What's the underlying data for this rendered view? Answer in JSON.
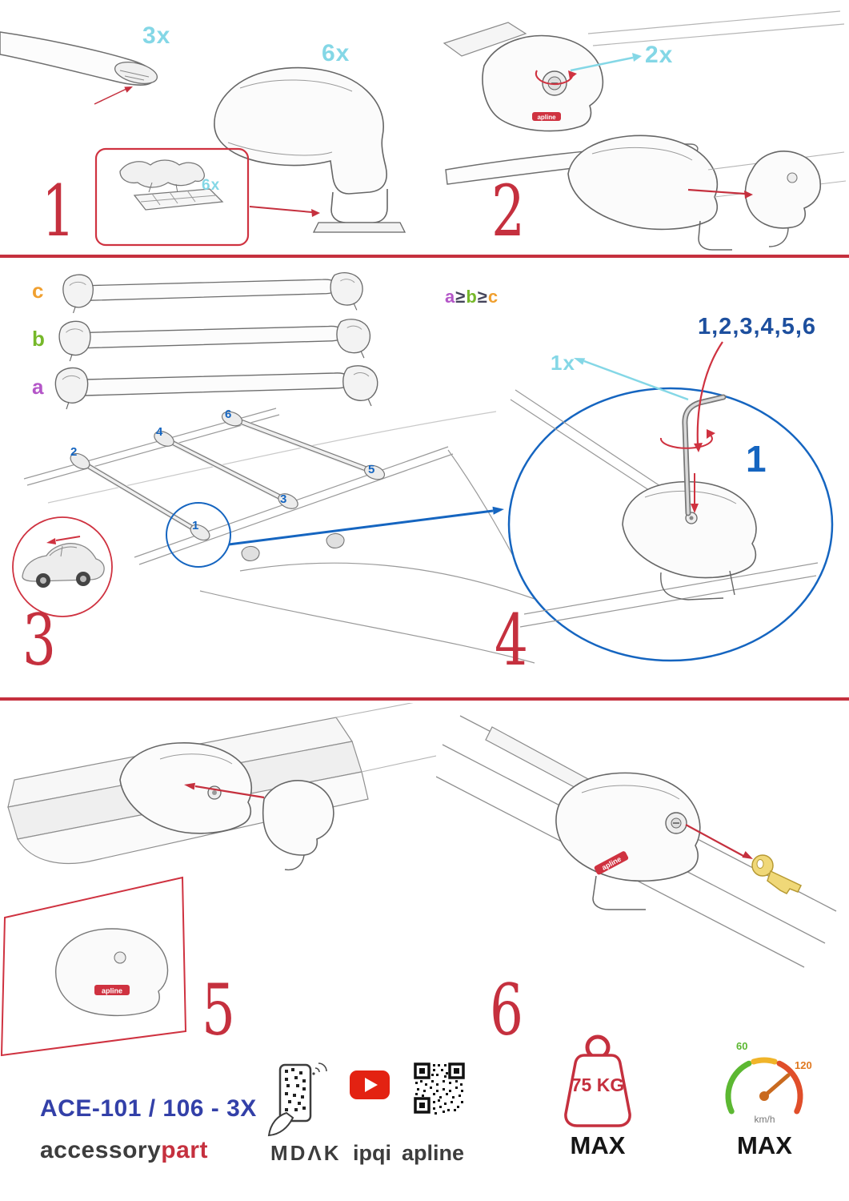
{
  "colors": {
    "red": "#c5303e",
    "cyan": "#84d7e6",
    "blue": "#1565c0",
    "navy": "#3340a8",
    "green": "#76b82a",
    "orange": "#f0a030",
    "purple": "#b456c8",
    "youtube_red": "#e32212",
    "key_gold": "#f0d878"
  },
  "step1": {
    "number": "1",
    "bar_qty": "3x",
    "foot_qty": "6x",
    "pad_qty": "6x"
  },
  "step2": {
    "number": "2",
    "lock_qty": "2x"
  },
  "step3": {
    "number": "3",
    "label_c": "c",
    "label_b": "b",
    "label_a": "a",
    "formula_a": "a",
    "formula_ge1": "≥",
    "formula_b": "b",
    "formula_ge2": "≥",
    "formula_c": "c",
    "roof_positions": [
      "1",
      "2",
      "3",
      "4",
      "5",
      "6"
    ]
  },
  "step4": {
    "number": "4",
    "sequence": "1,2,3,4,5,6",
    "tool_qty": "1x",
    "first_position": "1"
  },
  "step5": {
    "number": "5"
  },
  "step6": {
    "number": "6"
  },
  "brand_mark": "apline",
  "footer": {
    "model": "ACE-101 / 106 - 3X",
    "accessory": "accessory",
    "part": "part",
    "mdak": "MDΛK",
    "ipqi": "ipqi",
    "apline_ap": "ap",
    "apline_line": "line",
    "weight_limit": "75 KG",
    "weight_max": "MAX",
    "speed_60": "60",
    "speed_120": "120",
    "speed_unit": "km/h",
    "speed_max": "MAX"
  }
}
